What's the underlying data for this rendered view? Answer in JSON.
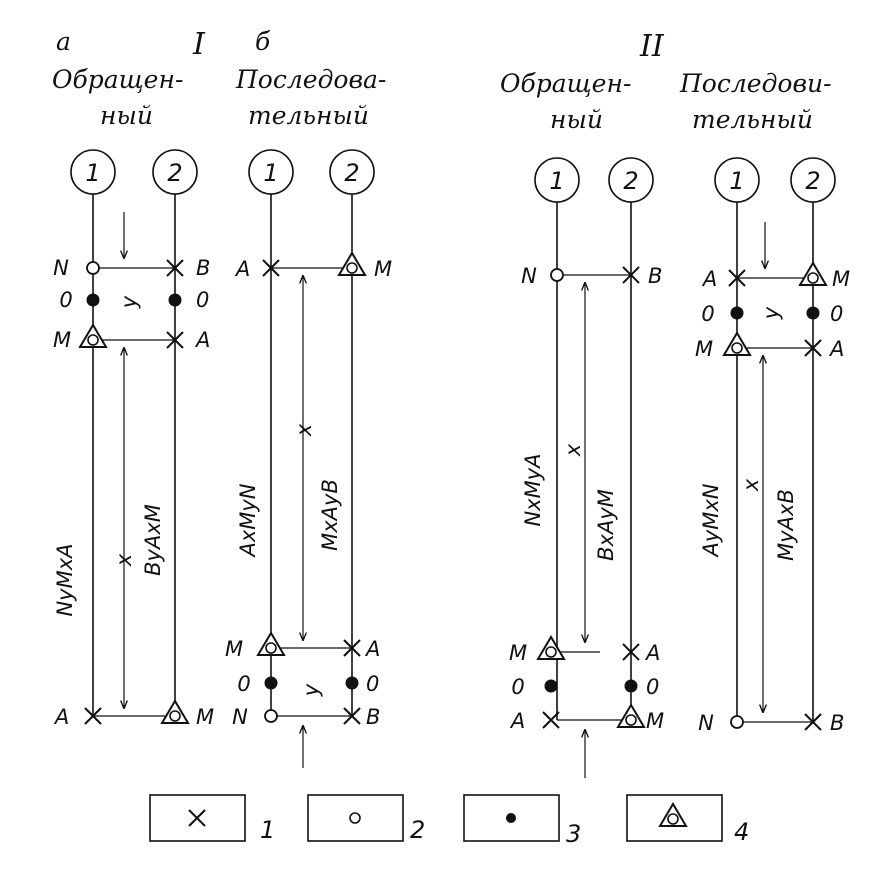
{
  "group_I": {
    "roman": "I",
    "a": {
      "letter": "а",
      "title_1": "Обращен-",
      "title_2": "ный",
      "ch1": "1",
      "ch2": "2",
      "top_left": "N",
      "top_right": "B",
      "mid_left": "0",
      "mid_right": "0",
      "dim_top": "y",
      "low_left": "M",
      "low_right": "A",
      "wire1_code": "NyMxA",
      "wire2_code": "ByAxM",
      "dim_main": "x",
      "bot_left": "A",
      "bot_right": "M"
    },
    "b": {
      "letter": "б",
      "title_1": "Последова-",
      "title_2": "тельный",
      "ch1": "1",
      "ch2": "2",
      "top_left": "A",
      "top_right": "M",
      "dim_main": "x",
      "wire1_code": "AxMyN",
      "wire2_code": "MxAyB",
      "low_left": "M",
      "low_right": "A",
      "mid_left": "0",
      "mid_right": "0",
      "dim_bot": "y",
      "bot_left": "N",
      "bot_right": "B"
    }
  },
  "group_II": {
    "roman": "II",
    "a": {
      "title_1": "Обращен-",
      "title_2": "ный",
      "ch1": "1",
      "ch2": "2",
      "top_left": "N",
      "top_right": "B",
      "wire1_code": "NxMyA",
      "wire2_code": "BxAyM",
      "dim_main": "x",
      "low_left": "M",
      "low_right": "A",
      "mid_left": "0",
      "mid_right": "0",
      "bot_left": "A",
      "bot_right": "M"
    },
    "b": {
      "title_1": "Последови-",
      "title_2": "тельный",
      "ch1": "1",
      "ch2": "2",
      "top_left": "A",
      "top_right": "M",
      "mid_left": "0",
      "mid_right": "0",
      "dim_top": "y",
      "low_left": "M",
      "low_right": "A",
      "wire1_code": "AyMxN",
      "wire2_code": "MyAxB",
      "dim_main": "x",
      "bot_left": "N",
      "bot_right": "B"
    }
  },
  "legend": {
    "n1": "1",
    "n2": "2",
    "n3": "3",
    "n4": "4"
  },
  "icons": {
    "cross": "cross-icon",
    "open": "open-circle-icon",
    "dot": "filled-dot-icon",
    "tri": "triangle-circle-icon"
  }
}
